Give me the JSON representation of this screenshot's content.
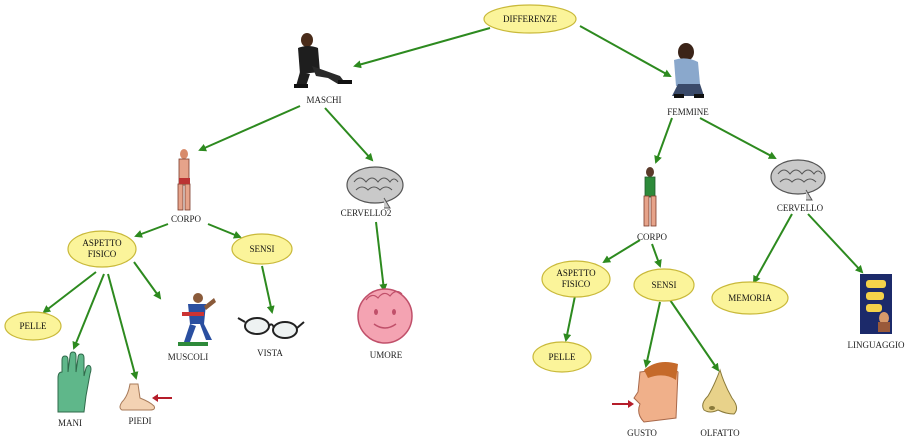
{
  "nodes": {
    "differenze": "DIFFERENZE",
    "maschi": "MASCHI",
    "femmine": "FEMMINE",
    "m_corpo": "CORPO",
    "m_cervello": "CERVELLO2",
    "m_aspetto_1": "ASPETTO",
    "m_aspetto_2": "FISICO",
    "m_sensi": "SENSI",
    "m_pelle": "PELLE",
    "m_mani": "MANI",
    "m_piedi": "PIEDI",
    "m_muscoli": "MUSCOLI",
    "m_vista": "VISTA",
    "m_umore": "UMORE",
    "f_corpo": "CORPO",
    "f_cervello": "CERVELLO",
    "f_aspetto_1": "ASPETTO",
    "f_aspetto_2": "FISICO",
    "f_sensi": "SENSI",
    "f_pelle": "PELLE",
    "f_gusto": "GUSTO",
    "f_olfatto": "OLFATTO",
    "f_memoria": "MEMORIA",
    "f_linguaggio": "LINGUAGGIO"
  },
  "colors": {
    "edge": "#2d8a1f",
    "oval_fill": "#fbf49a",
    "oval_stroke": "#c9b93a",
    "brain": "#c9c9c9",
    "smiley": "#f4a3b2"
  }
}
